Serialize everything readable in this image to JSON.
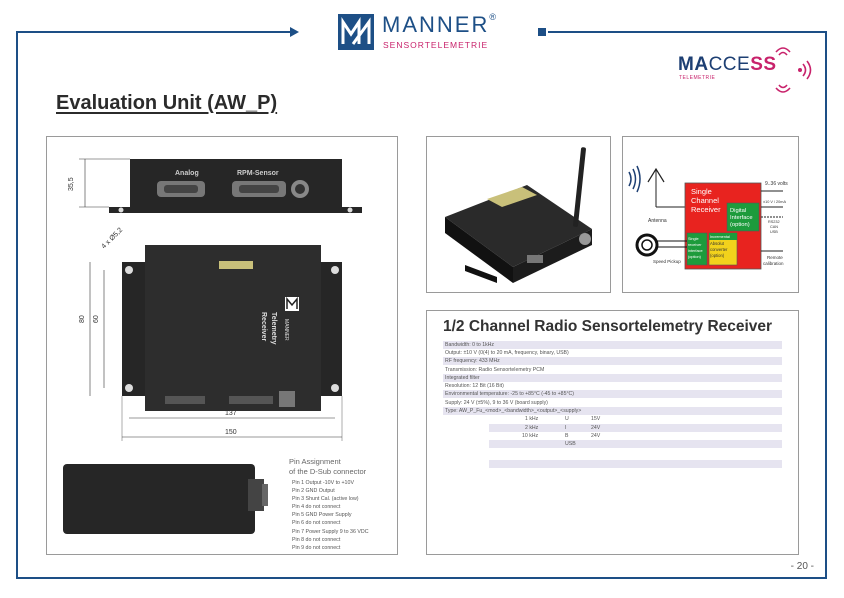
{
  "brand": {
    "name": "MANNER",
    "registered": "®",
    "subtitle": "SENSORTELEMETRIE"
  },
  "macc_logo": {
    "text_a": "MA",
    "text_b": "CCE",
    "text_c": "SS",
    "tagline": "TELEMETRIE"
  },
  "page_title": "Evaluation Unit  (AW_P)",
  "drawing": {
    "connector_analog": "Analog",
    "connector_rpm": "RPM-Sensor",
    "dim_height": "35,5",
    "dim_holes": "4 x Ø5,2",
    "dim_80": "80",
    "dim_60": "60",
    "dim_137": "137",
    "dim_150": "150",
    "lid_text_1": "Telemetry",
    "lid_text_2": "Receiver",
    "lid_text_3": "MANNER"
  },
  "pin_assignment": {
    "title_line1": "Pin Assignment",
    "title_line2": "of the D-Sub connector",
    "pins": [
      "Pin 1  Output -10V to +10V",
      "Pin 2  GND Output",
      "Pin 3  Shunt Cal. (active low)",
      "Pin 4  do not connect",
      "Pin 5  GND Power Supply",
      "Pin 6  do not connect",
      "Pin 7  Power Supply 9 to 36 VDC",
      "Pin 8  do not connect",
      "Pin 9  do not connect"
    ]
  },
  "block_diagram": {
    "main_block": [
      "Single",
      "Channel",
      "Receiver"
    ],
    "digital_block": [
      "Digital",
      "Interface",
      "(option)"
    ],
    "incremental_block": [
      "Incremental",
      "Absolut",
      "converter",
      "(option)"
    ],
    "speed_block": [
      "Single",
      "receiver",
      "interface",
      "(option)"
    ],
    "antenna_label": "Antenna",
    "speed_label": "Speed Pickup",
    "volts_label": "9..36 volts",
    "output_label": "±10 V / 20mA",
    "bus_label": [
      "RS232",
      "CAN",
      "USB"
    ],
    "remote_label": [
      "Remote",
      "calibration"
    ]
  },
  "receiver": {
    "title": "1/2 Channel Radio Sensortelemetry Receiver",
    "specs": [
      "Bandwidth: 0 to 1kHz",
      "Output: ±10 V (0(4) to 20 mA, frequency, binary, USB)",
      "RF frequency: 433 MHz",
      "Transmission: Radio Sensortelemetry PCM",
      "Integrated filter",
      "Resolution: 12 Bit (16 Bit)",
      "Environmental temperature: -25 to +85°C (-45 to +85°C)",
      "Supply: 24 V (±5%), 9 to 36 V (board supply)",
      "Type: AW_P_Fu_<mod>_<bandwidth>_<output>_<supply>"
    ],
    "variants": [
      {
        "bandwidth": "1 kHz",
        "output": "U",
        "supply": "15V"
      },
      {
        "bandwidth": "2 kHz",
        "output": "I",
        "supply": "24V"
      },
      {
        "bandwidth": "10 kHz",
        "output": "B",
        "supply": "24V"
      },
      {
        "bandwidth": "",
        "output": "USB",
        "supply": ""
      }
    ]
  },
  "page_number": "- 20 -",
  "colors": {
    "brand_blue": "#1d4f86",
    "brand_magenta": "#c8226b",
    "table_shade": "#e6e4f0",
    "block_red": "#e8231f",
    "block_green": "#1d9b3c",
    "block_yellow": "#f2d21c"
  }
}
